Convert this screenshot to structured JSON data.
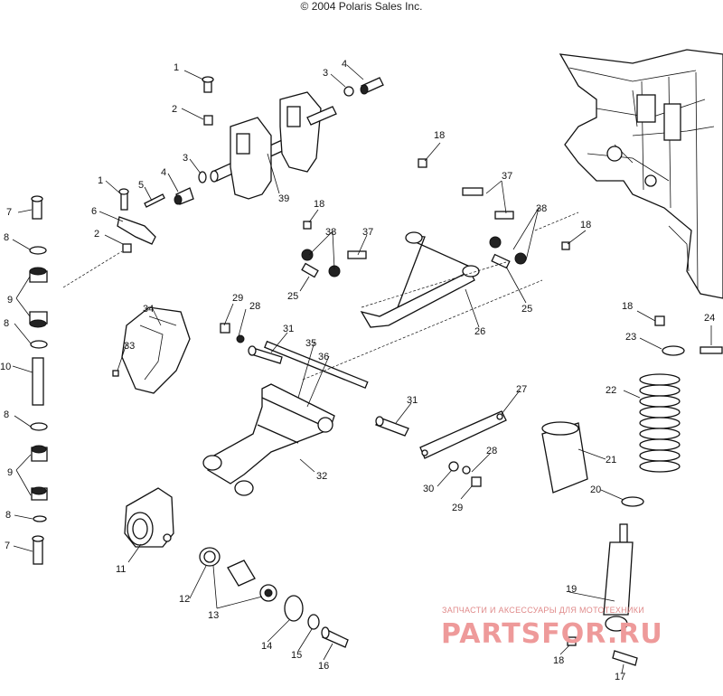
{
  "copyright": "© 2004 Polaris Sales Inc.",
  "watermark": {
    "line": "ЗАПЧАСТИ И АКСЕССУАРЫ ДЛЯ МОТОТЕХНИКИ",
    "logo": "PARTSFOR.RU",
    "color": "#ee9a9a"
  },
  "callouts": [
    "1",
    "2",
    "3",
    "4",
    "1",
    "4",
    "3",
    "5",
    "6",
    "2",
    "7",
    "8",
    "9",
    "8",
    "10",
    "8",
    "9",
    "8",
    "7",
    "11",
    "12",
    "13",
    "14",
    "15",
    "16",
    "17",
    "18",
    "18",
    "18",
    "18",
    "18",
    "19",
    "20",
    "21",
    "22",
    "23",
    "24",
    "25",
    "25",
    "26",
    "27",
    "28",
    "28",
    "29",
    "29",
    "30",
    "31",
    "31",
    "32",
    "33",
    "34",
    "35",
    "36",
    "37",
    "37",
    "38",
    "38",
    "39"
  ]
}
